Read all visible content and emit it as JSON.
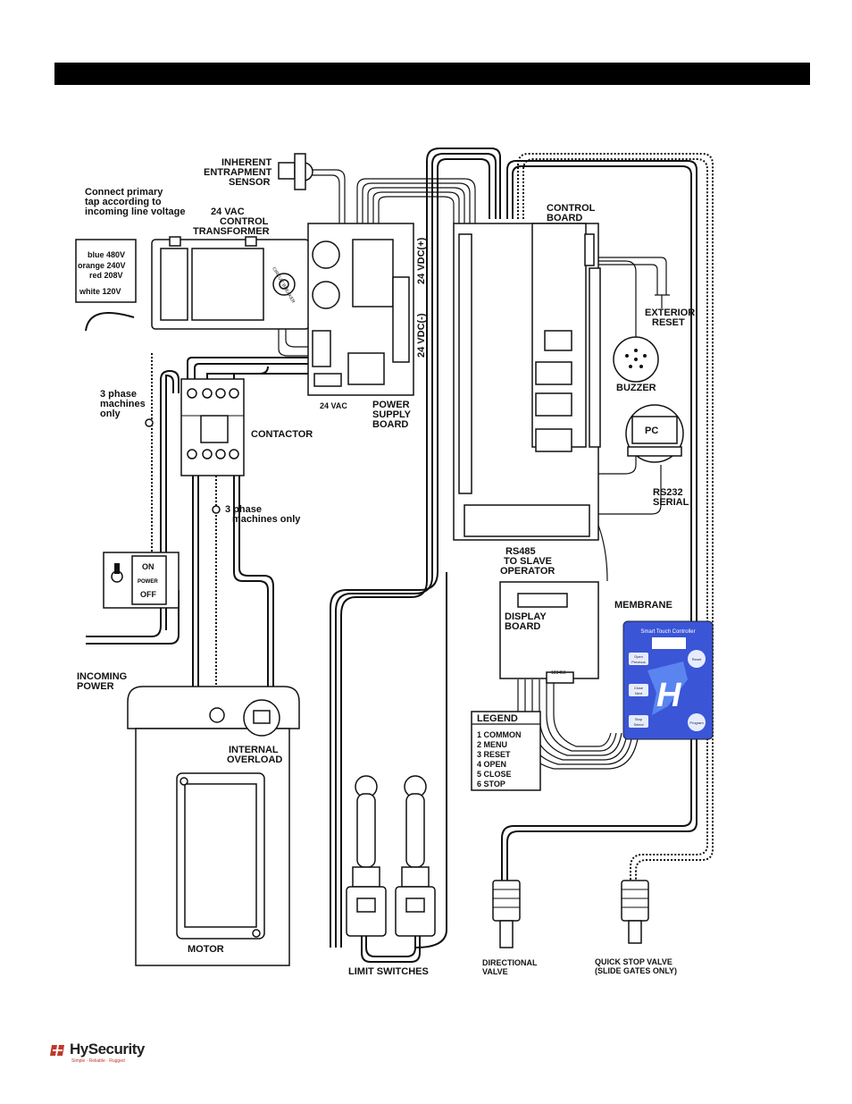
{
  "labels": {
    "entrapment_sensor": [
      "INHERENT",
      "ENTRAPMENT",
      "SENSOR"
    ],
    "connect_tap": [
      "Connect primary",
      "tap according to",
      "incoming line voltage"
    ],
    "transformer": [
      "24 VAC",
      "CONTROL",
      "TRANSFORMER"
    ],
    "tap_blue": "blue 480V",
    "tap_orange": "orange 240V",
    "tap_red": "red 208V",
    "tap_white": "white 120V",
    "breaker": "CIRCUIT BREAKER",
    "control_board": [
      "CONTROL",
      "BOARD"
    ],
    "exterior_reset": [
      "EXTERIOR",
      "RESET"
    ],
    "buzzer": "BUZZER",
    "pc": "PC",
    "rs232": [
      "RS232",
      "SERIAL"
    ],
    "vdc_plus": "24 VDC(+)",
    "vdc_minus": "24 VDC(-)",
    "vac24": "24 VAC",
    "power_supply": [
      "POWER",
      "SUPPLY",
      "BOARD"
    ],
    "three_phase_1": [
      "3 phase",
      "machines",
      "only"
    ],
    "contactor": "CONTACTOR",
    "three_phase_2": [
      "3 phase",
      "machines only"
    ],
    "rs485": [
      "RS485",
      "TO SLAVE",
      "OPERATOR"
    ],
    "membrane": "MEMBRANE",
    "display_board": [
      "DISPLAY",
      "BOARD"
    ],
    "incoming_power": [
      "INCOMING",
      "POWER"
    ],
    "internal_overload": [
      "INTERNAL",
      "OVERLOAD"
    ],
    "motor": "MOTOR",
    "limit_switches": "LIMIT SWITCHES",
    "directional_valve": [
      "DIRECTIONAL",
      "VALVE"
    ],
    "quick_stop": [
      "QUICK STOP VALVE",
      "(SLIDE GATES ONLY)"
    ],
    "switch_on": "ON",
    "switch_power": "POWER",
    "switch_off": "OFF",
    "smart_touch": "Smart Touch Controller",
    "display_pins": "123456"
  },
  "legend": {
    "title": "LEGEND",
    "items": [
      "1  COMMON",
      "2  MENU",
      "3  RESET",
      "4  OPEN",
      "5  CLOSE",
      "6  STOP"
    ]
  },
  "membrane_panel": {
    "title": "Smart Touch Controller",
    "buttons": [
      "Open",
      "Previous",
      "Reset",
      "Close",
      "Next",
      "Stop",
      "Select",
      "Program"
    ],
    "color": "#3a55d6"
  },
  "logo": {
    "name": "HySecurity",
    "tagline": "Simple · Reliable · Rugged"
  }
}
